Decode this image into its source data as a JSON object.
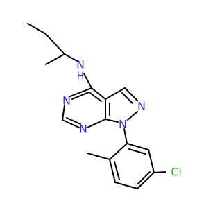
{
  "molecule": {
    "atoms": {
      "n_amine": {
        "label": "N",
        "h_label": "H"
      },
      "n3": {
        "label": "N"
      },
      "n_pyrimidine": {
        "label": "N"
      },
      "n_pyrazole1": {
        "label": "N"
      },
      "n_pyrazole2": {
        "label": "N"
      },
      "cl": {
        "label": "Cl"
      }
    },
    "colors": {
      "nitrogen": "#2f2fe0",
      "chlorine": "#2e9a2e",
      "bond": "#000000"
    }
  }
}
